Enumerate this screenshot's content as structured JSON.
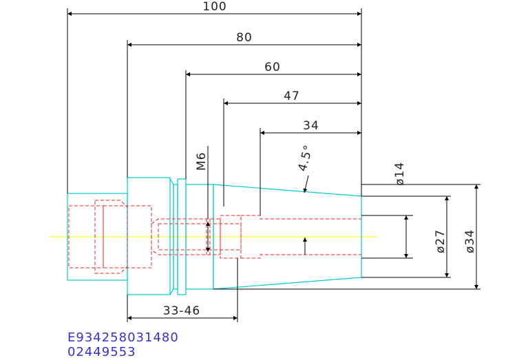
{
  "dimensions": {
    "length_100": "100",
    "length_80": "80",
    "length_60": "60",
    "length_47": "47",
    "length_34": "34",
    "taper_angle": "4.5°",
    "thread": "M6",
    "diameter_14": "ø14",
    "diameter_27": "ø27",
    "diameter_34": "ø34",
    "range": "33-46"
  },
  "codes": {
    "line1": "E934258031480",
    "line2": "02449553"
  },
  "colors": {
    "outline": "#00cccc",
    "hidden": "#ff0000",
    "centerline": "#ffff00",
    "dimension": "#000000",
    "code_text": "#3333cc"
  }
}
